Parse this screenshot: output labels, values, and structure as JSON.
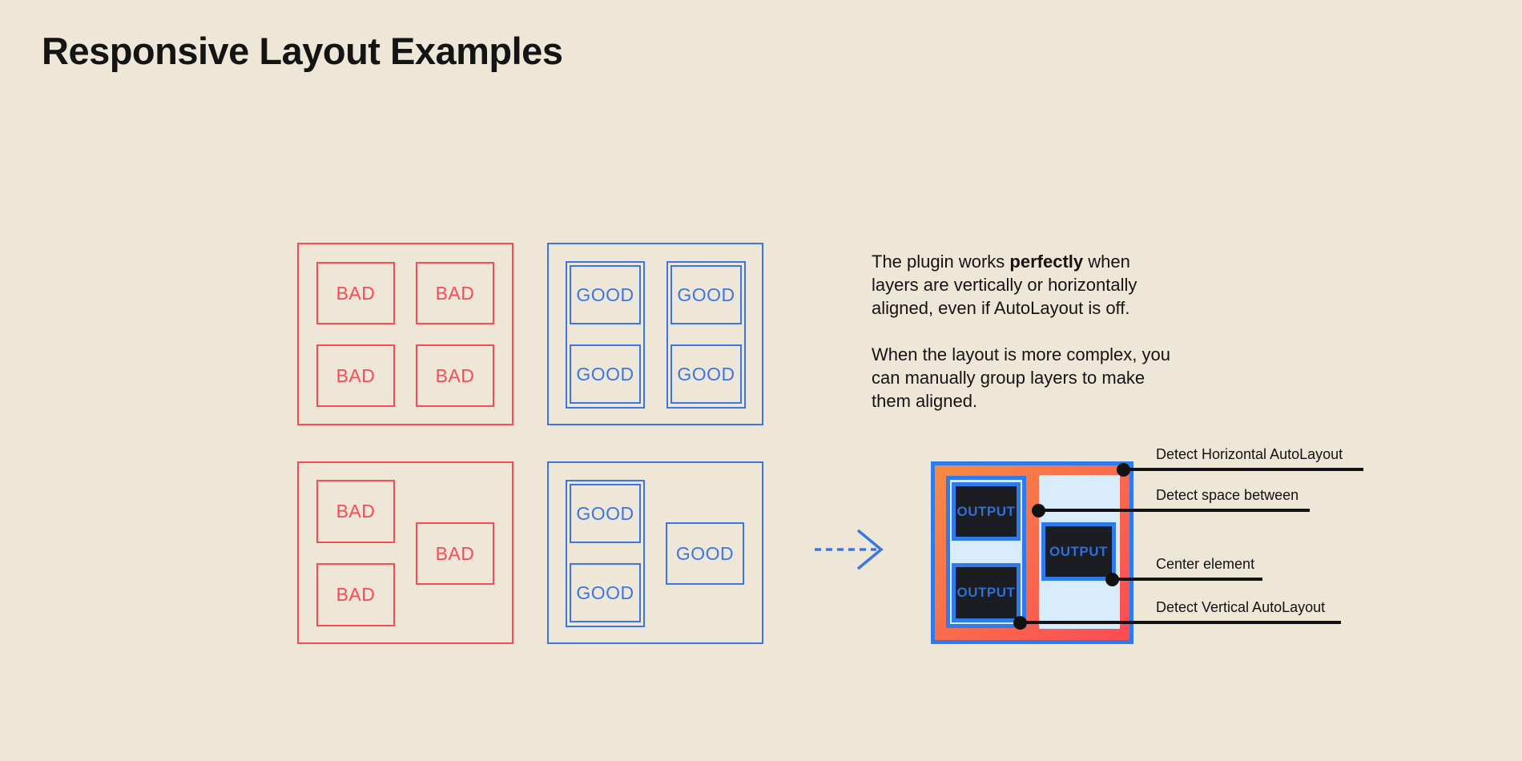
{
  "title": "Responsive Layout Examples",
  "labels": {
    "bad": "BAD",
    "good": "GOOD",
    "output": "OUTPUT"
  },
  "description": {
    "line1_pre": "The plugin works ",
    "line1_bold": "perfectly",
    "line1_post": " when",
    "line2": "layers are vertically or horizontally",
    "line3": "aligned, even if AutoLayout is off.",
    "line4": "When the layout is more complex, you",
    "line5": "can manually group layers to make",
    "line6": "them aligned."
  },
  "annotations": [
    {
      "label": "Detect Horizontal AutoLayout"
    },
    {
      "label": "Detect space between"
    },
    {
      "label": "Center element"
    },
    {
      "label": "Detect Vertical AutoLayout"
    }
  ],
  "colors": {
    "background": "#EEE6D7",
    "ink": "#141414",
    "bad": "#F94A56",
    "good": "#3B76E7",
    "outputBorder": "#2E7BE9",
    "outputText": "#2F6FD8",
    "panel": "#D9ECFC",
    "dark": "#1B1D22",
    "gradientStart": "#F78B43",
    "gradientEnd": "#FB4B55",
    "annotation": "#121212"
  }
}
